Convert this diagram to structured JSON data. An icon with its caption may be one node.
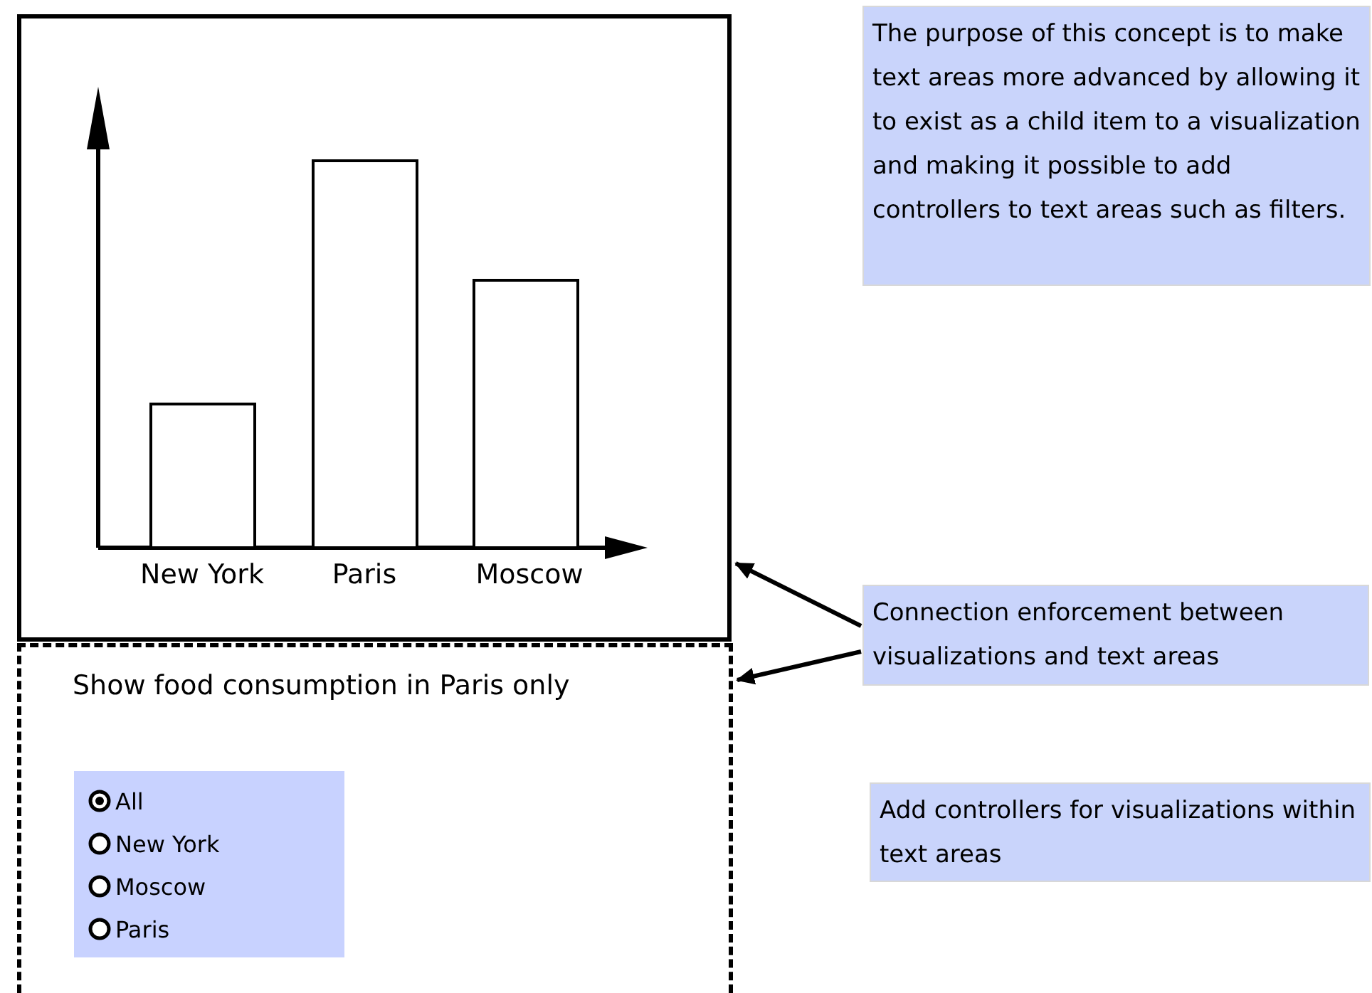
{
  "diagram": {
    "nodes": [
      {
        "text": [],
        "shape": "box"
      },
      {
        "text": [
          "Show food consumption in Paris only"
        ]
      },
      {
        "text": [
          "All",
          "New York",
          "Moscow",
          "Paris"
        ],
        "in": 1
      },
      {
        "text": [
          "The purpose of this concept is to make text areas more advanced by allowing it to exist as a child item to a visualization and making it possible to add controllers to text areas such as filters."
        ]
      },
      {
        "text": [
          "Connection enforcement between visualizations and text areas"
        ]
      },
      {
        "text": [
          "Add controllers for visualizations within text areas"
        ]
      }
    ],
    "edges": [
      {
        "from": 4,
        "to": 0,
        "arrow": "to"
      },
      {
        "from": 4,
        "to": 1,
        "arrow": "to"
      }
    ],
    "labels": [
      "New York",
      "Paris",
      "Moscow"
    ]
  }
}
